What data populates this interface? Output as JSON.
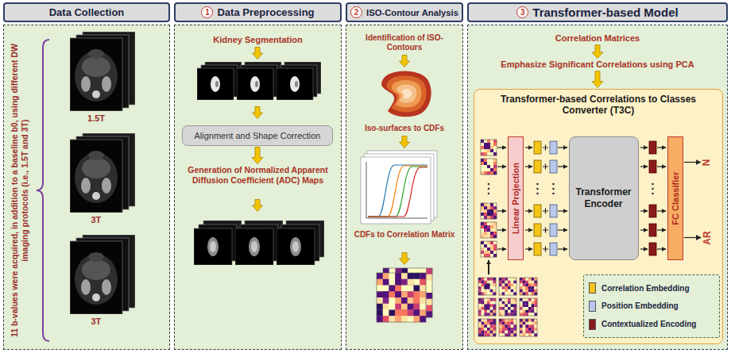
{
  "diagram": {
    "nodes": [
      {
        "text": [
          "Data Collection"
        ]
      },
      {
        "text": [
          "Data Preprocessing"
        ]
      },
      {
        "text": [
          "ISO-Contour Analysis"
        ]
      },
      {
        "text": [
          "Transformer-based Model"
        ]
      },
      {
        "text": [
          "Kidney Segmentation"
        ],
        "in": 1
      },
      {
        "text": [
          "Alignment and Shape Correction"
        ],
        "in": 1
      },
      {
        "text": [
          "Generation of Normalized Apparent Diffusion Coefficient (ADC) Maps"
        ],
        "in": 1
      },
      {
        "text": [
          "Identification of ISO-Contours"
        ],
        "in": 2
      },
      {
        "text": [
          "Iso-surfaces to CDFs"
        ],
        "in": 2
      },
      {
        "text": [
          "CDFs to Correlation Matrix"
        ],
        "in": 2
      },
      {
        "text": [
          "Correlation Matrices"
        ],
        "in": 3
      },
      {
        "text": [
          "Emphasize Significant Correlations using PCA"
        ],
        "in": 3
      },
      {
        "text": [
          "Transformer-based Correlations to Classes Converter (T3C)"
        ],
        "in": 3
      },
      {
        "text": [
          "Linear Projection"
        ],
        "in": 12
      },
      {
        "text": [
          "Transformer Encoder"
        ],
        "in": 12
      },
      {
        "text": [
          "FC Classifier"
        ],
        "in": 12
      },
      {
        "text": [
          "N"
        ],
        "in": 12
      },
      {
        "text": [
          "AR"
        ],
        "in": 12
      }
    ],
    "edges": [
      {
        "from": 5,
        "to": 6,
        "arrow": "to"
      },
      {
        "from": 10,
        "to": 11,
        "arrow": "to"
      },
      {
        "from": 11,
        "to": 12,
        "arrow": "to"
      },
      {
        "from": 15,
        "to": 16,
        "arrow": "to"
      },
      {
        "from": 15,
        "to": 17,
        "arrow": "to"
      }
    ],
    "labels": [
      "1",
      "2",
      "3",
      "11 b-values were acquired, in addition to a baseline b0, using different DW imaging protocols (i.e., 1.5T and 3T)",
      "1.5T",
      "3T",
      "3T"
    ],
    "legend": [
      {
        "text": "Correlation Embedding",
        "color": "#f5c518"
      },
      {
        "text": "Position Embedding",
        "color": "#b9c8ea"
      },
      {
        "text": "Contextualized Encoding",
        "color": "#8b1a1a"
      }
    ]
  }
}
